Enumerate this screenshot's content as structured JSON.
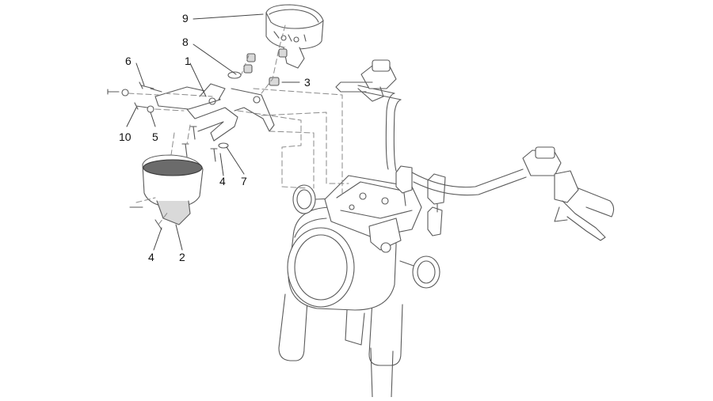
{
  "diagram": {
    "callouts": {
      "c1": "1",
      "c2": "2",
      "c3": "3",
      "c4a": "4",
      "c4b": "4",
      "c5": "5",
      "c6": "6",
      "c7": "7",
      "c8": "8",
      "c9": "9",
      "c10": "10"
    },
    "colors": {
      "line": "#3a3a3a",
      "light_line": "#8a8a8a",
      "fill": "#ffffff",
      "shade": "#d9d9d9",
      "dark": "#6b6b6b"
    }
  }
}
